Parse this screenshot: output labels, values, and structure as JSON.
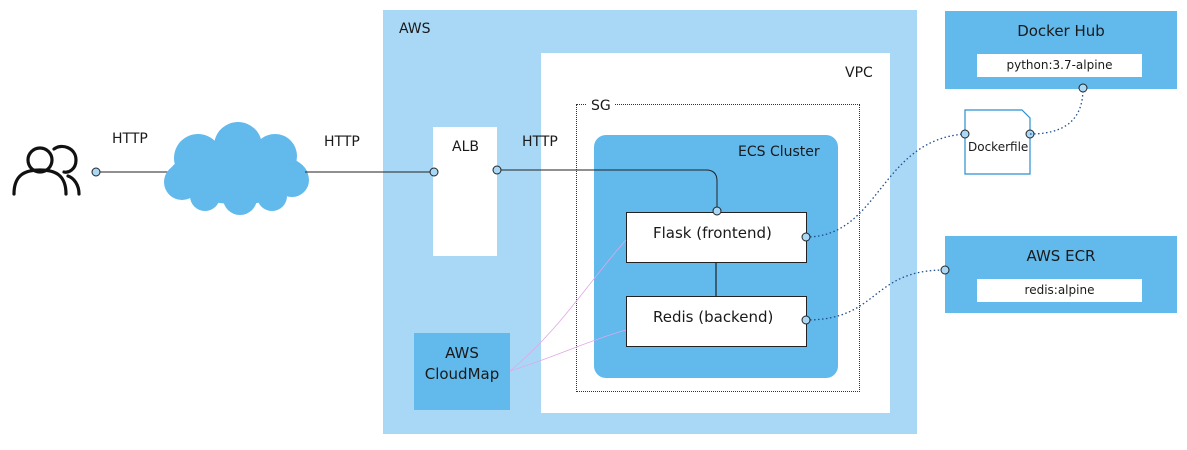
{
  "labels": {
    "aws": "AWS",
    "vpc": "VPC",
    "sg": "SG",
    "ecs_cluster": "ECS Cluster",
    "alb": "ALB",
    "flask": "Flask (frontend)",
    "redis": "Redis (backend)",
    "cloudmap": [
      "AWS",
      "CloudMap"
    ],
    "docker_hub": "Docker Hub",
    "docker_hub_image": "python:3.7-alpine",
    "aws_ecr": "AWS ECR",
    "ecr_image": "redis:alpine",
    "dockerfile": "Dockerfile",
    "http_users_cloud": "HTTP",
    "http_cloud_alb": "HTTP",
    "http_alb_flask": "HTTP"
  },
  "icons": {
    "users": "users-icon",
    "internet": "cloud-icon",
    "file": "document-icon"
  },
  "colors": {
    "aws_region": "#a9d8f6",
    "ecs_and_services": "#61b9ec",
    "connector_fill": "#a9d8f6",
    "dotted_link": "#1f4e8c",
    "cloudmap_link": "#e0a8e8"
  }
}
